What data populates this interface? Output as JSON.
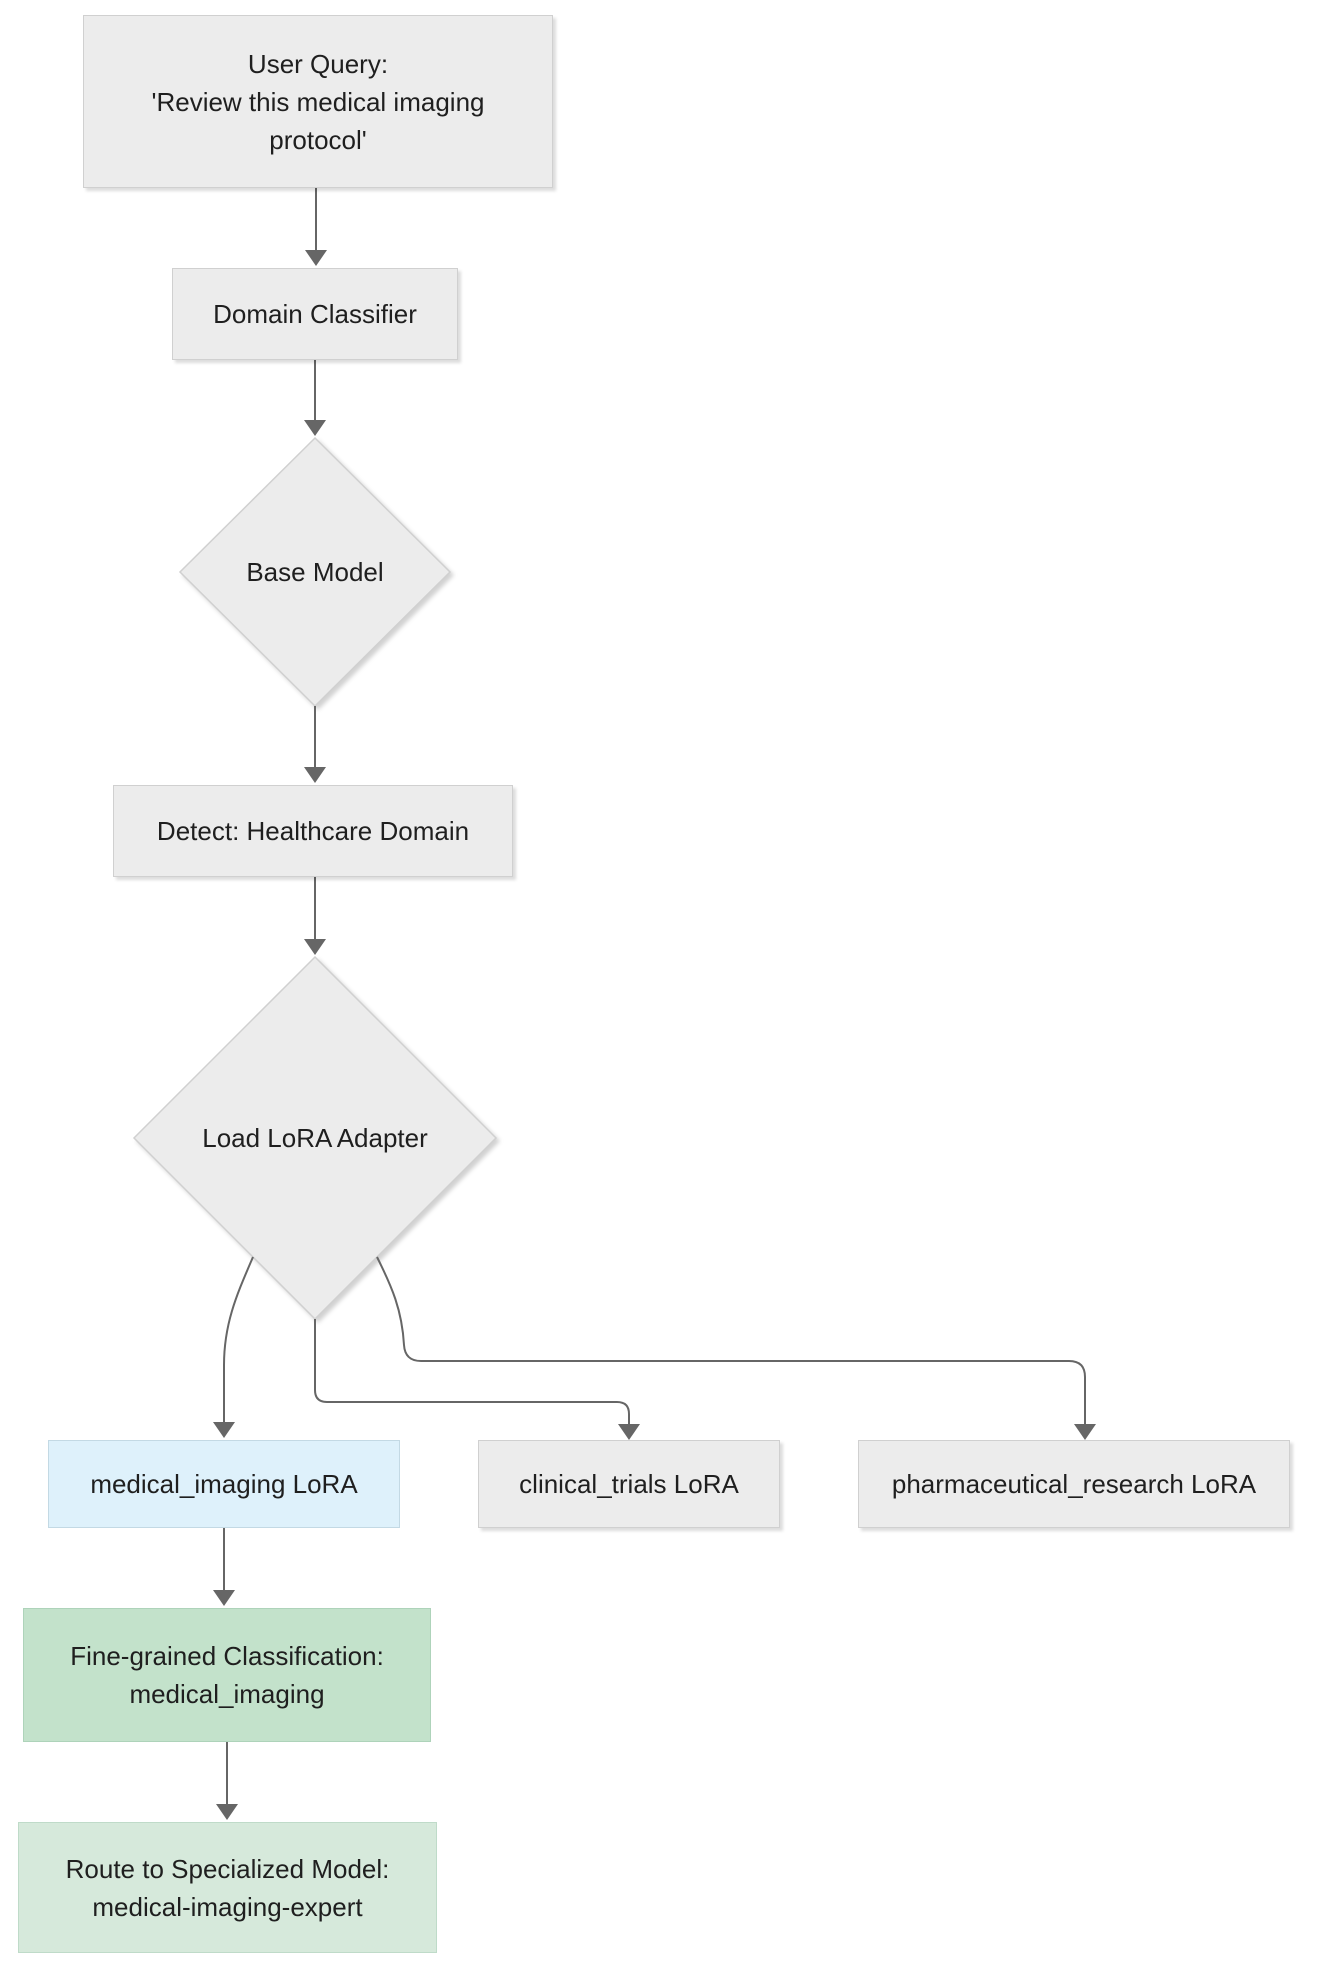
{
  "diagram_type": "flowchart",
  "colors": {
    "background": "#ffffff",
    "node_fill_gray": "#ececec",
    "node_border_gray": "#d0d0d0",
    "node_fill_blue": "#def1fb",
    "node_fill_green_dark": "#c3e2cb",
    "node_fill_green_light": "#d6e9db",
    "edge": "#666666",
    "text": "#1f1f1f"
  },
  "nodes": {
    "user_query": {
      "lines": [
        "User Query:",
        "'Review this medical imaging",
        "protocol'"
      ]
    },
    "domain_classifier": {
      "label": "Domain Classifier"
    },
    "base_model": {
      "label": "Base Model"
    },
    "detect_healthcare": {
      "label": "Detect: Healthcare Domain"
    },
    "load_lora_adapter": {
      "label": "Load LoRA Adapter"
    },
    "medical_imaging_lora": {
      "label": "medical_imaging LoRA"
    },
    "clinical_trials_lora": {
      "label": "clinical_trials LoRA"
    },
    "pharmaceutical_research_lora": {
      "label": "pharmaceutical_research LoRA"
    },
    "fine_grained_classification": {
      "lines": [
        "Fine-grained Classification:",
        "medical_imaging"
      ]
    },
    "route_to_specialized_model": {
      "lines": [
        "Route to Specialized Model:",
        "medical-imaging-expert"
      ]
    }
  }
}
